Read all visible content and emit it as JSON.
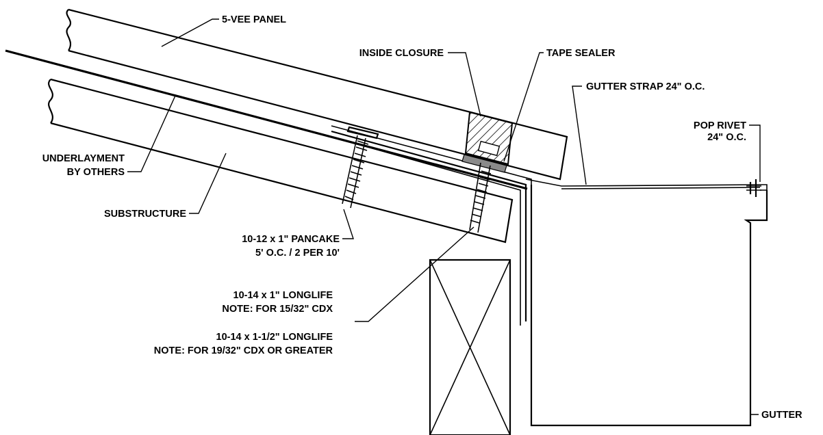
{
  "labels": {
    "panel": "5-VEE PANEL",
    "inside_closure": "INSIDE CLOSURE",
    "tape_sealer": "TAPE SEALER",
    "gutter_strap": "GUTTER STRAP 24\" O.C.",
    "pop_rivet_1": "POP RIVET",
    "pop_rivet_2": "24\" O.C.",
    "underlayment_1": "UNDERLAYMENT",
    "underlayment_2": "BY OTHERS",
    "substructure": "SUBSTRUCTURE",
    "pancake_1": "10-12 x 1\" PANCAKE",
    "pancake_2": "5' O.C. / 2 PER 10'",
    "longlife1_1": "10-14 x 1\" LONGLIFE",
    "longlife1_2": "NOTE: FOR 15/32\" CDX",
    "longlife2_1": "10-14 x 1-1/2\" LONGLIFE",
    "longlife2_2": "NOTE: FOR 19/32\" CDX OR GREATER",
    "gutter": "GUTTER"
  }
}
